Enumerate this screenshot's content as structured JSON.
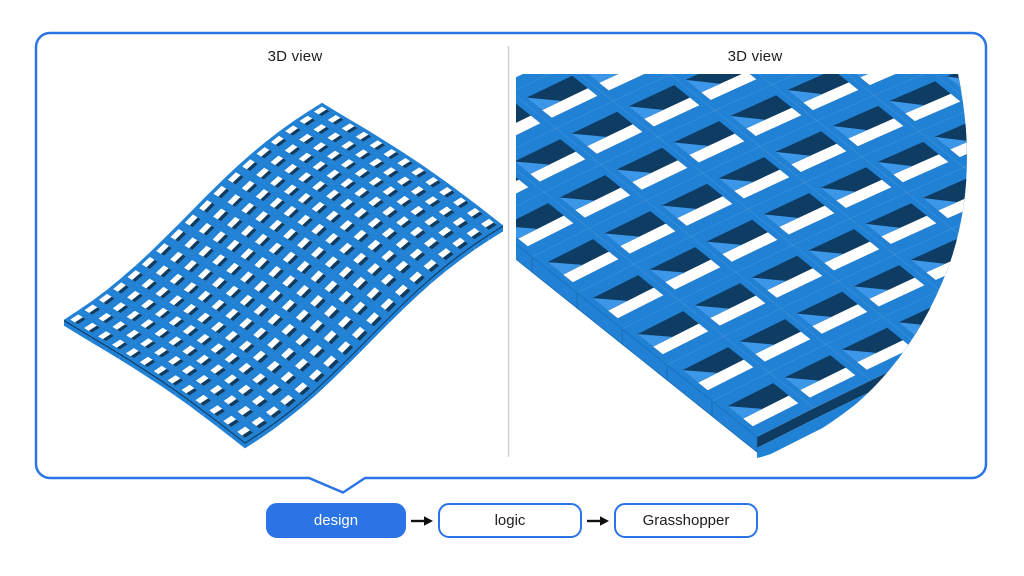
{
  "panels": [
    {
      "label": "3D view"
    },
    {
      "label": "3D view"
    }
  ],
  "flow": {
    "nodes": [
      {
        "label": "design",
        "state": "active"
      },
      {
        "label": "logic",
        "state": "default"
      },
      {
        "label": "Grasshopper",
        "state": "default"
      }
    ]
  },
  "colors": {
    "accent": "#2b74e6",
    "fin_bright": "#2181d5",
    "fin_light": "#3c97e8",
    "fin_dark": "#0e3c63",
    "fin_side": "#176bb5",
    "divider": "#d2d2d2",
    "text": "#1d1d1f",
    "arrow": "#111111",
    "background": "#ffffff"
  }
}
